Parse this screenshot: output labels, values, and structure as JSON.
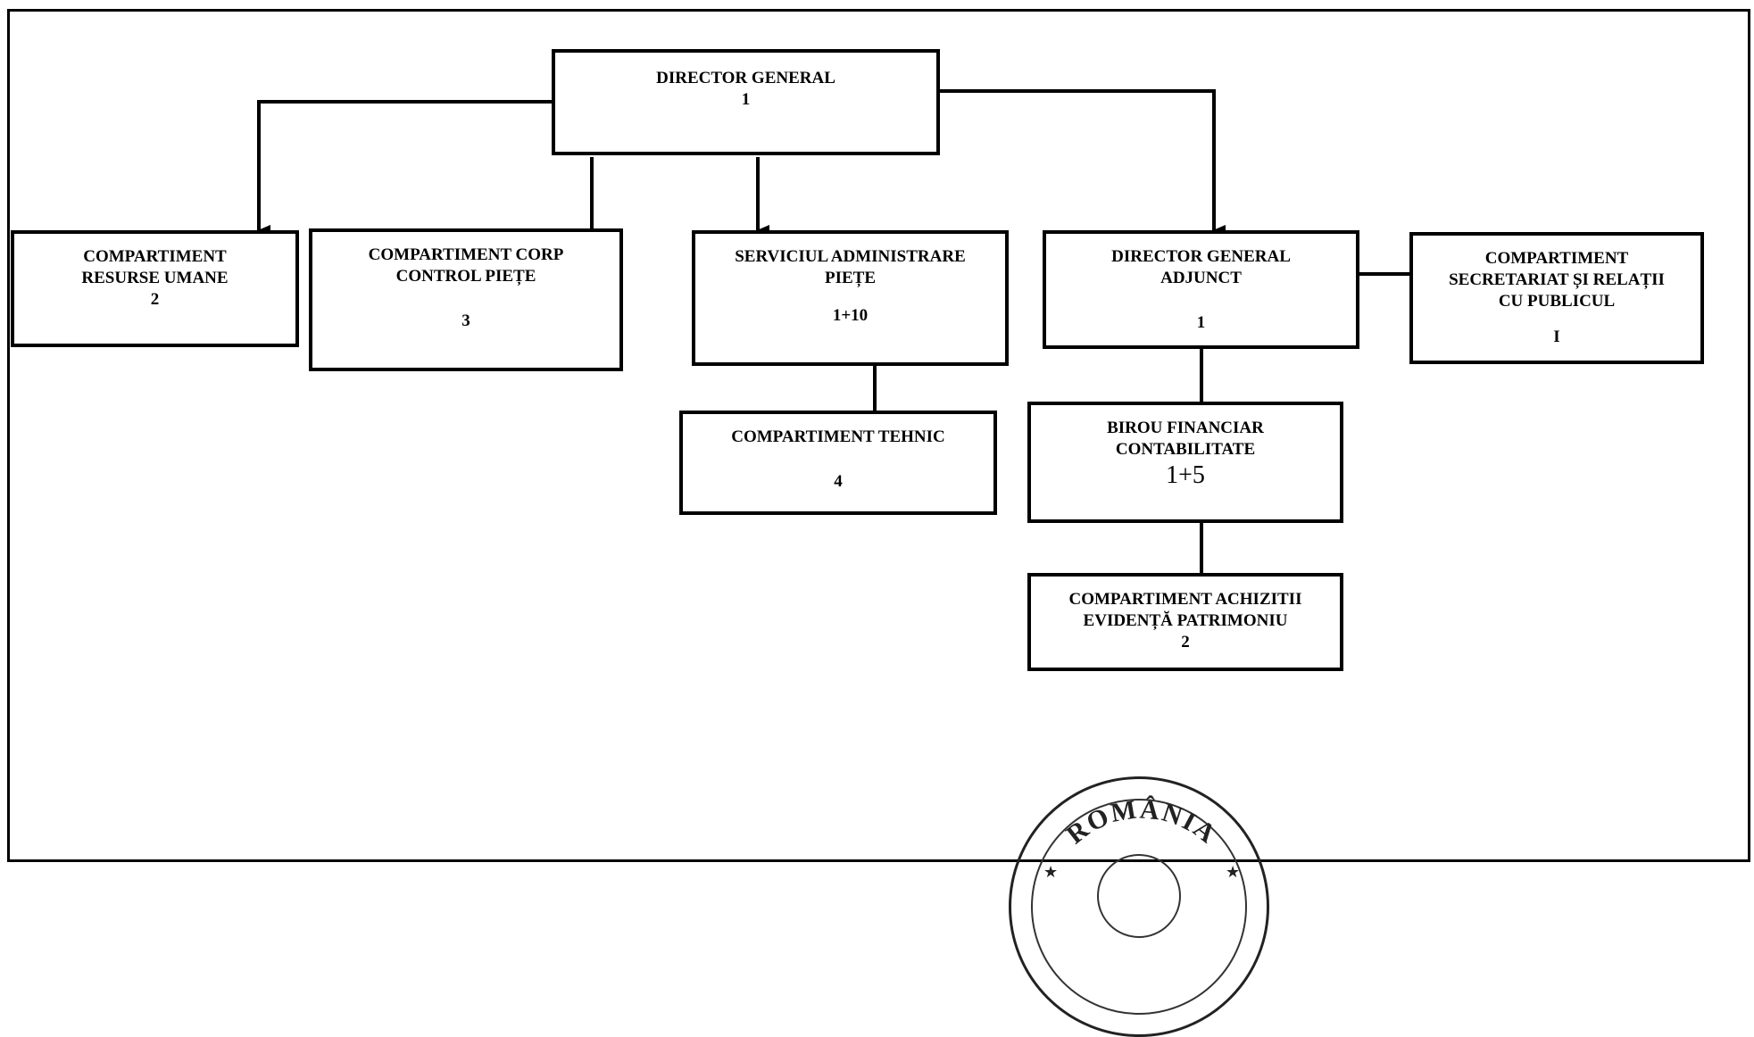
{
  "org_chart": {
    "director_general": {
      "title": "DIRECTOR GENERAL",
      "count": "1"
    },
    "resurse_umane": {
      "title": "COMPARTIMENT\nRESURSE UMANE",
      "count": "2"
    },
    "corp_control": {
      "title": "COMPARTIMENT CORP\nCONTROL PIEȚE",
      "count": "3"
    },
    "serviciul_administrare": {
      "title": "SERVICIUL ADMINISTRARE\nPIEȚE",
      "count": "1+10"
    },
    "tehnic": {
      "title": "COMPARTIMENT  TEHNIC",
      "count": "4"
    },
    "director_adjunct": {
      "title": "DIRECTOR GENERAL\nADJUNCT",
      "count": "1"
    },
    "secretariat": {
      "title": "COMPARTIMENT\nSECRETARIAT ȘI RELAȚII\nCU PUBLICUL",
      "count": "I"
    },
    "financiar": {
      "title": "BIROU FINANCIAR\nCONTABILITATE",
      "count": "1+5"
    },
    "achizitii": {
      "title": "COMPARTIMENT ACHIZITII\nEVIDENȚĂ PATRIMONIU",
      "count": "2"
    }
  },
  "stamp": {
    "text": "ROMÂNIA"
  },
  "colors": {
    "line": "#000000",
    "background": "#ffffff"
  }
}
